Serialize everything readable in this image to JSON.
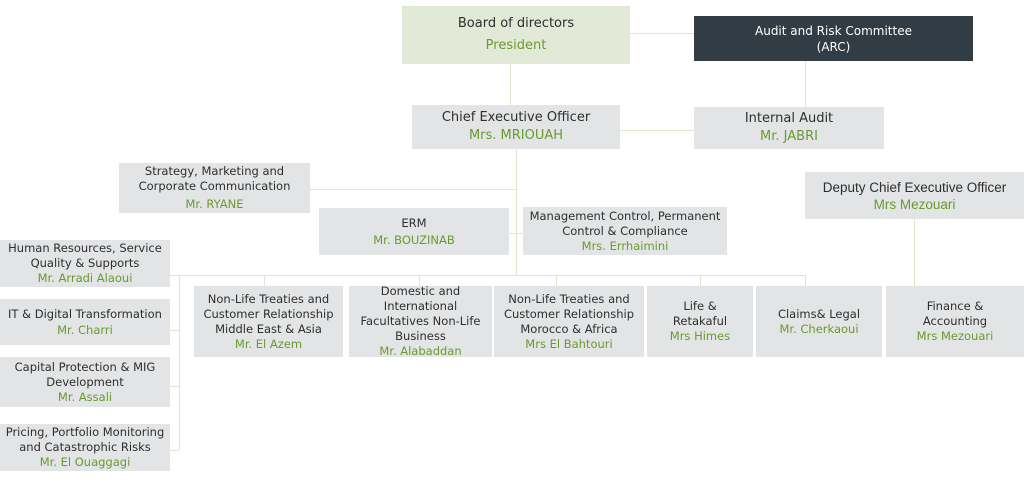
{
  "colors": {
    "box_bg": "#e3e4e5",
    "board_bg": "#e2e9d6",
    "arc_bg": "#313c45",
    "name_green": "#6a9a2e",
    "connector": "#dde6cf"
  },
  "board": {
    "title": "Board of directors",
    "name": "President"
  },
  "arc": {
    "title": "Audit and Risk Committee",
    "subtitle": "(ARC)"
  },
  "ceo": {
    "title": "Chief Executive Officer",
    "name": "Mrs. MRIOUAH"
  },
  "internal_audit": {
    "title": "Internal Audit",
    "name": "Mr. JABRI"
  },
  "strategy": {
    "title": "Strategy, Marketing and Corporate Communication",
    "name": "Mr. RYANE"
  },
  "erm": {
    "title": "ERM",
    "name": "Mr. BOUZINAB"
  },
  "mgmt_control": {
    "title": "Management Control, Permanent Control & Compliance",
    "name": "Mrs. Errhaimini"
  },
  "deputy": {
    "title": "Deputy Chief Executive Officer",
    "name": "Mrs Mezouari"
  },
  "left_units": [
    {
      "title": "Human Resources, Service Quality & Supports",
      "name": "Mr. Arradi Alaoui"
    },
    {
      "title": "IT & Digital Transformation",
      "name": "Mr. Charri"
    },
    {
      "title": "Capital Protection & MIG Development",
      "name": "Mr. Assali"
    },
    {
      "title": "Pricing, Portfolio Monitoring and Catastrophic Risks",
      "name": "Mr. El Ouaggagi"
    }
  ],
  "bottom_units": [
    {
      "title": "Non-Life Treaties and Customer Relationship Middle East & Asia",
      "name": "Mr. El Azem"
    },
    {
      "title": "Domestic and International Facultatives Non-Life Business",
      "name": "Mr. Alabaddan"
    },
    {
      "title": "Non-Life Treaties and Customer Relationship Morocco & Africa",
      "name": "Mrs El Bahtouri"
    },
    {
      "title": "Life & Retakaful",
      "name": "Mrs Himes"
    },
    {
      "title": "Claims& Legal",
      "name": "Mr. Cherkaoui"
    },
    {
      "title": "Finance & Accounting",
      "name": "Mrs Mezouari"
    }
  ]
}
